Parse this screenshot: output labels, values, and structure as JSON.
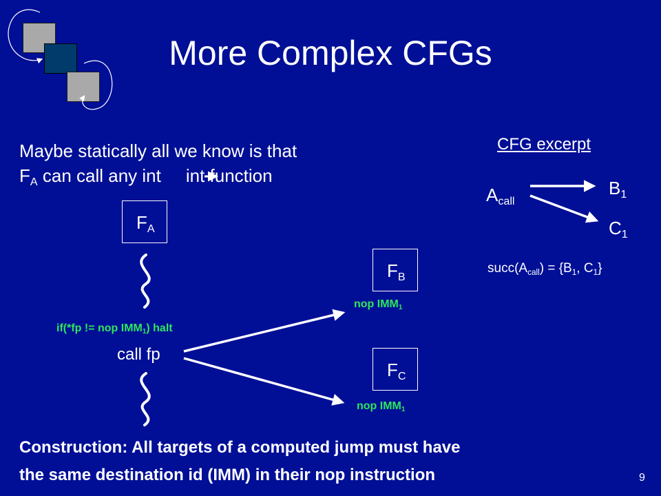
{
  "slide": {
    "title": "More Complex CFGs",
    "page_number": "9",
    "intro_line1": "Maybe statically all we know is that",
    "intro_line2": {
      "f": "F",
      "f_sub": "A",
      "middle": " can call any int",
      "tail": "int function"
    },
    "left_diagram": {
      "box_a": {
        "letter": "F",
        "sub": "A"
      },
      "guard": {
        "before": "if(*fp != nop IMM",
        "sub": "1",
        "after": ") halt"
      },
      "call": "call fp",
      "box_b": {
        "letter": "F",
        "sub": "B"
      },
      "nop_b": {
        "text": "nop IMM",
        "sub": "1"
      },
      "box_c": {
        "letter": "F",
        "sub": "C"
      },
      "nop_c": {
        "text": "nop IMM",
        "sub": "1"
      }
    },
    "cfg_excerpt": {
      "title": "CFG excerpt",
      "source": {
        "letter": "A",
        "sub": "call"
      },
      "target_b": {
        "letter": "B",
        "sub": "1"
      },
      "target_c": {
        "letter": "C",
        "sub": "1"
      },
      "succ": {
        "p1": "succ(A",
        "s1": "call",
        "p2": ") = {B",
        "s2": "1",
        "p3": ", C",
        "s3": "1",
        "p4": "}"
      }
    },
    "construction_line1": "Construction: All targets of a computed jump must have",
    "construction_line2": "the same destination id (IMM) in their nop instruction"
  },
  "colors": {
    "background": "#000f96",
    "text": "#ffffff",
    "code_green": "#2ee65c",
    "logo_gray": "#a9a9a9",
    "logo_navy": "#003b6b"
  }
}
